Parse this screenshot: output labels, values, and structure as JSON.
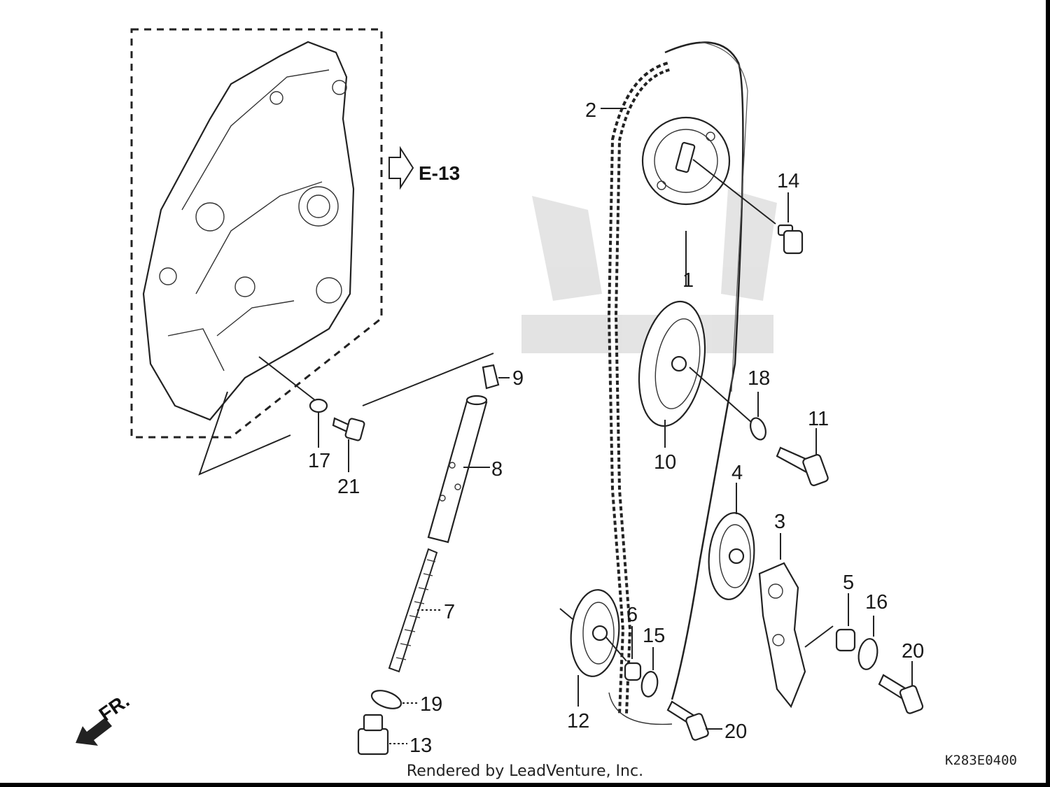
{
  "diagram": {
    "reference": "E-13",
    "direction_label": "FR.",
    "drawing_code": "K283E0400",
    "callouts": [
      "1",
      "2",
      "3",
      "4",
      "5",
      "6",
      "7",
      "8",
      "9",
      "10",
      "11",
      "12",
      "13",
      "14",
      "15",
      "16",
      "17",
      "18",
      "19",
      "20",
      "20",
      "21"
    ],
    "footer": "Rendered by LeadVenture, Inc."
  }
}
